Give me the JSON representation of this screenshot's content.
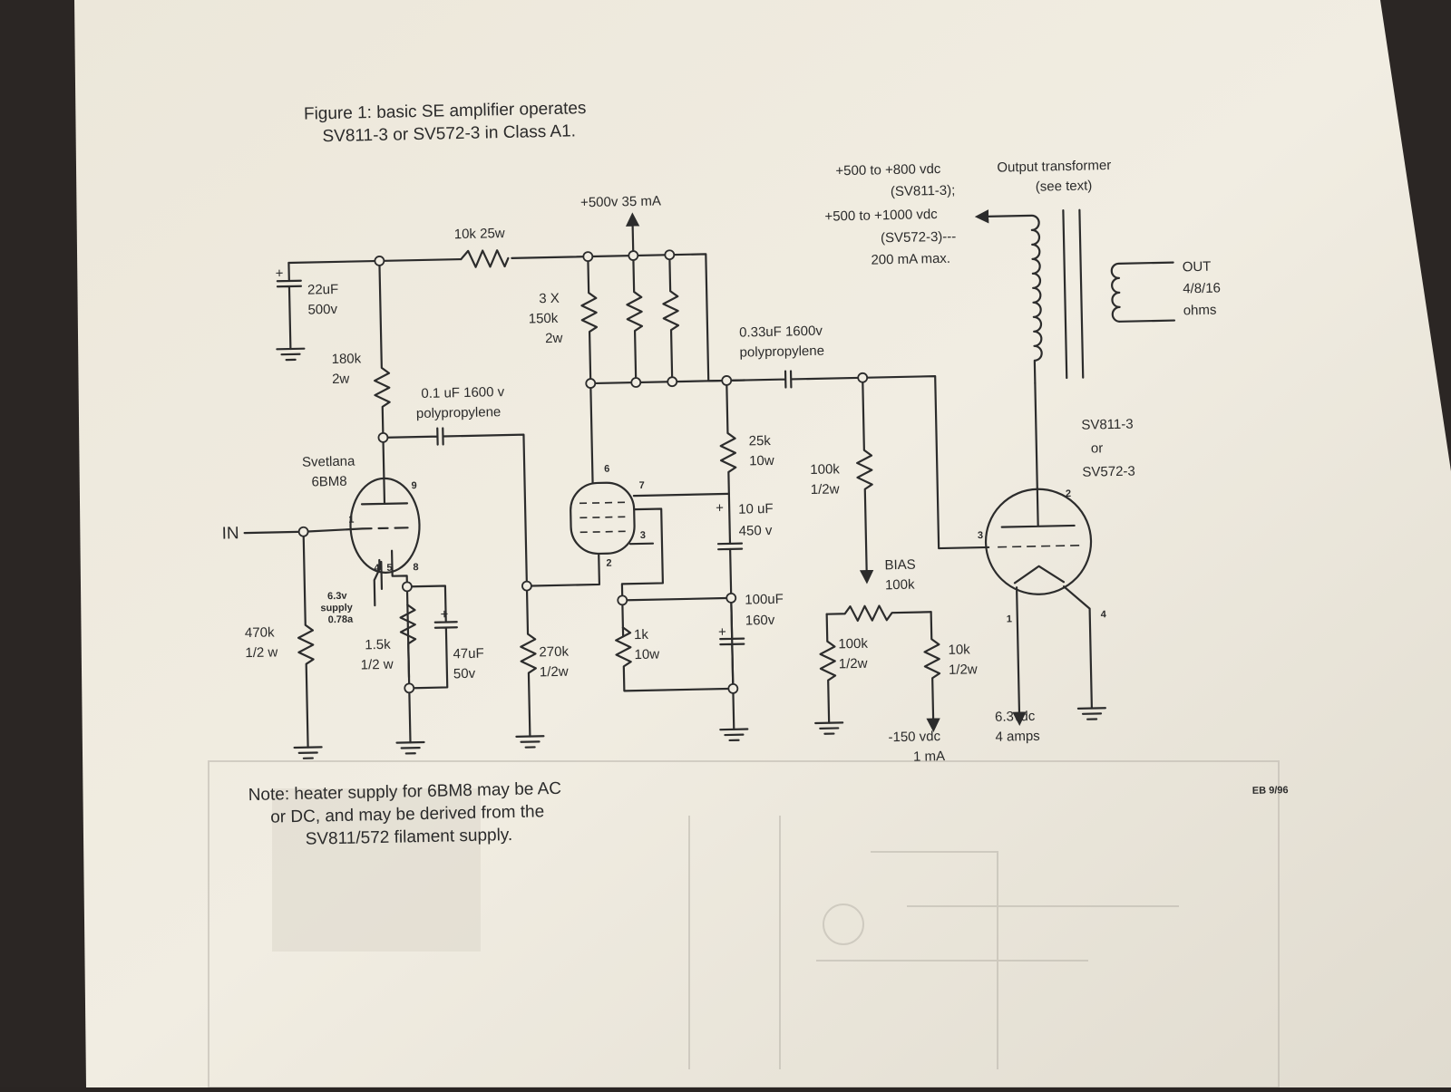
{
  "figure": {
    "caption": [
      "Figure 1: basic SE amplifier operates",
      "SV811-3 or SV572-3 in Class A1."
    ]
  },
  "labels": {
    "b_plus_driver": "+500v 35 mA",
    "dropping_resistor": "10k 25w",
    "filter_cap": [
      "22uF",
      "500v"
    ],
    "plate_resistors": [
      "3 X",
      "150k",
      "2w"
    ],
    "r180k": [
      "180k",
      "2w"
    ],
    "coupling_cap_1": [
      "0.1 uF 1600 v",
      "polypropylene"
    ],
    "coupling_cap_2": [
      "0.33uF 1600v",
      "polypropylene"
    ],
    "hv_supply": [
      "+500 to +800 vdc",
      "(SV811-3);",
      "+500 to +1000 vdc",
      "(SV572-3)---",
      "200 mA max."
    ],
    "output_transformer": [
      "Output transformer",
      "(see text)"
    ],
    "output": [
      "OUT",
      "4/8/16",
      "ohms"
    ],
    "input_tube": [
      "Svetlana",
      "6BM8"
    ],
    "input": "IN",
    "r470k": [
      "470k",
      "1/2 w"
    ],
    "heater_supply": [
      "6.3v",
      "supply",
      "0.78a"
    ],
    "r1_5k": [
      "1.5k",
      "1/2 w"
    ],
    "c47uf": [
      "47uF",
      "50v"
    ],
    "r270k": [
      "270k",
      "1/2w"
    ],
    "r1k": [
      "1k",
      "10w"
    ],
    "r25k": [
      "25k",
      "10w"
    ],
    "c10uf": [
      "10 uF",
      "450 v"
    ],
    "c100uf": [
      "100uF",
      "160v"
    ],
    "r100k_grid": [
      "100k",
      "1/2w"
    ],
    "bias_pot": [
      "BIAS",
      "100k"
    ],
    "r100k_bias": [
      "100k",
      "1/2w"
    ],
    "r10k_bias": [
      "10k",
      "1/2w"
    ],
    "neg_supply": [
      "-150 vdc",
      "1 mA"
    ],
    "filament": [
      "6.3vdc",
      "4 amps"
    ],
    "output_tube": [
      "SV811-3",
      "or",
      "SV572-3"
    ],
    "initials": "EB 9/96"
  },
  "pins": {
    "p1": "1",
    "p9": "9",
    "p4": "4",
    "p5": "5",
    "p8": "8",
    "p6": "6",
    "p7": "7",
    "p3": "3",
    "p2": "2",
    "o1": "1",
    "o2": "2",
    "o3": "3",
    "o4": "4"
  },
  "note": [
    "Note: heater supply for 6BM8 may be AC",
    "or DC, and may be derived from the",
    "SV811/572 filament supply."
  ]
}
